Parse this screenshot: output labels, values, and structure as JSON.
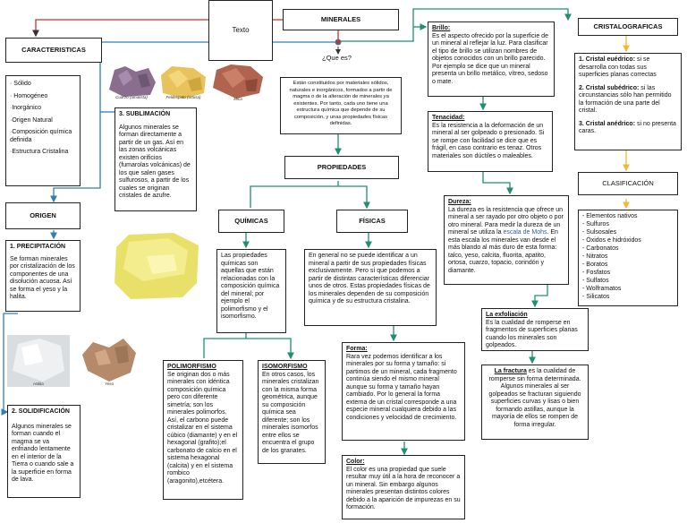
{
  "texto_label": "Texto",
  "minerales_title": "MINERALES",
  "que_es": "¿Que es?",
  "definicion": "Están constituidos por materiales sólidos, naturales e inorgánicos, formados a partir de magma o de la alteración de minerales ya existentes. Por tanto, cada uno tiene una estructura química que depende de su composición, y unas propiedades físicas definidas.",
  "caracteristicas": {
    "title": "CARACTERISTICAS",
    "items": [
      "· Sólido",
      "· Homogéneo",
      "·Inorgánico",
      "·Origen Natural",
      "·Composición química definida",
      "·Estructura Cristalina"
    ]
  },
  "origen": {
    "title": "ORIGEN",
    "precipitacion_title": "1. PRECIPITACIÓN",
    "precipitacion_text": "Se forman minerales por cristalización de los componentes de una disolución acuosa. Así se forma el yeso y la halita.",
    "solidificacion_title": "2. SOLIDIFICACIÓN",
    "solidificacion_text": "Algunos minerales se forman cuando el magma se va enfriando lentamente en el interior de la Tierra o cuando sale a la superficie en forma de lava.",
    "sublimacion_title": "3. SUBLIMACIÓN",
    "sublimacion_text": "Algunos minerales se forman directamente a partir de un gas. Así en las zonas volcánicas existen orificios (fumarolas volcánicas) de los que salen gases sulfurosos, a partir de los cuales se originan cristales de azufre."
  },
  "images": {
    "cuarzo": "Cuarzo (amatista)",
    "feldespato": "Feldespato (ortosa)",
    "mica": "Mica",
    "halita": "Halita",
    "yeso": "Yeso",
    "azufre": "Azufre"
  },
  "propiedades": {
    "title": "PROPIEDADES",
    "quimicas_title": "QUÍMICAS",
    "quimicas_text": "Las propiedades químicas son aquellas que están relacionadas con la composición química del mineral; por ejemplo el polimorfismo y el isomorfismo.",
    "polimorfismo_title": "POLIMORFISMO",
    "polimorfismo_text": "Se originan dos o más minerales con idéntica composición química pero con diferente simetría; son los minerales polimorfos. Así, el carbono puede cristalizar en el sistema cúbico (diamante) y en el hexagonal (grafito);el carbonato de calcio en el sistema hexagonal (calcita) y en el sistema rombico (aragonito),etcétera.",
    "isomorfismo_title": "ISOMORFISMO",
    "isomorfismo_text": "En otros casos, los minerales cristalizan con la misma forma geométrica, aunque su composición química sea diferente; son los minerales isomorfos entre ellos se encuentra el grupo de los granates.",
    "fisicas_title": "FÍSICAS",
    "fisicas_text": "En general no se puede identificar a un mineral a partir de sus propiedades físicas exclusivamente. Pero sí que podemos a partir de distintas características diferenciar unos de otros. Estas propiedades físicas de los minerales dependen de su composición química y de su estructura cristalina.",
    "forma_title": "Forma:",
    "forma_text": "Rara vez podemos identificar a los minerales por su forma y tamaño: si partimos de un mineral, cada fragmento continúa siendo el mismo mineral aunque su forma y tamaño hayan cambiado. Por lo general la forma externa de un cristal corresponde a una especie mineral cualquiera debido a las condiciones y velocidad de crecimiento.",
    "color_title": "Color:",
    "color_text": "El color es una propiedad que suele resultar muy útil a la hora de reconocer a un mineral. Sin embargo algunos minerales presentan distintos colores debido a la aparición de impurezas en su formación.",
    "brillo_title": "Brillo:",
    "brillo_text": "Es el aspecto ofrecido por la superficie de un mineral al reflejar la luz. Para clasificar el tipo de brillo se utilizan nombres de objetos conocidos con un brillo parecido. Por ejemplo se dice que un mineral presenta un brillo metálico, vítreo, sedoso o mate.",
    "tenacidad_title": "Tenacidad:",
    "tenacidad_text": "Es la resistencia a la deformación de un mineral al ser golpeado o presionado. Si se rompe con facilidad se dice que es frágil, en caso contrario es tenaz. Otros materiales son dúctiles o maleables.",
    "dureza_title": "Dureza:",
    "dureza_text_a": "La dureza es la resistencia que ofrece un mineral a ser rayado por otro objeto o por otro mineral. Para medir la dureza de un mineral se utiliza la ",
    "dureza_link": "escala de Mohs",
    "dureza_text_b": ". En esta escala los minerales van desde el más blando al más duro de esta forma: talco, yeso, calcita, fluorita, apatito, ortosa, cuarzo, topacio, corindón y diamante.",
    "exfoliacion_title": "La exfoliación",
    "exfoliacion_text": "Es la cualidad de romperse en fragmentos de superficies planas cuando los minerales son golpeados.",
    "fractura_title": "La fractura",
    "fractura_text": " es la cualidad de romperse sin forma determinada. Algunos minerales al ser golpeados se fracturan siguiendo superficies curvas y lisas o bien formando astillas, aunque la mayoría de ellos se rompen de forma irregular."
  },
  "cristalograficas": {
    "title": "CRISTALOGRAFICAS",
    "items": [
      {
        "label": "1. Cristal euédrico:",
        "text": " si se desarrolla con todas sus superficies planas correctas"
      },
      {
        "label": "2. Cristal subédrico:",
        "text": " si las circunstancias sólo han permitido la formación de una parte del cristal."
      },
      {
        "label": "3. Cristal anédrico:",
        "text": " si no presenta caras."
      }
    ]
  },
  "clasificacion": {
    "title": "CLASIFICACIÓN",
    "items": [
      "- Elementos nativos",
      "- Sulfuros",
      "- Sulsosales",
      "- Óxidos e hidróxidos",
      "- Carbonatos",
      "- Nitratos",
      "- Boratos",
      "- Fosfatos",
      "- Sulfatos",
      "- Wolframatos",
      "- Silicatos"
    ]
  },
  "colors": {
    "red": "#c8322e",
    "blue": "#2f7fb5",
    "green": "#1f8f73",
    "yellow": "#f2b835",
    "dark": "#1a3a6a"
  }
}
